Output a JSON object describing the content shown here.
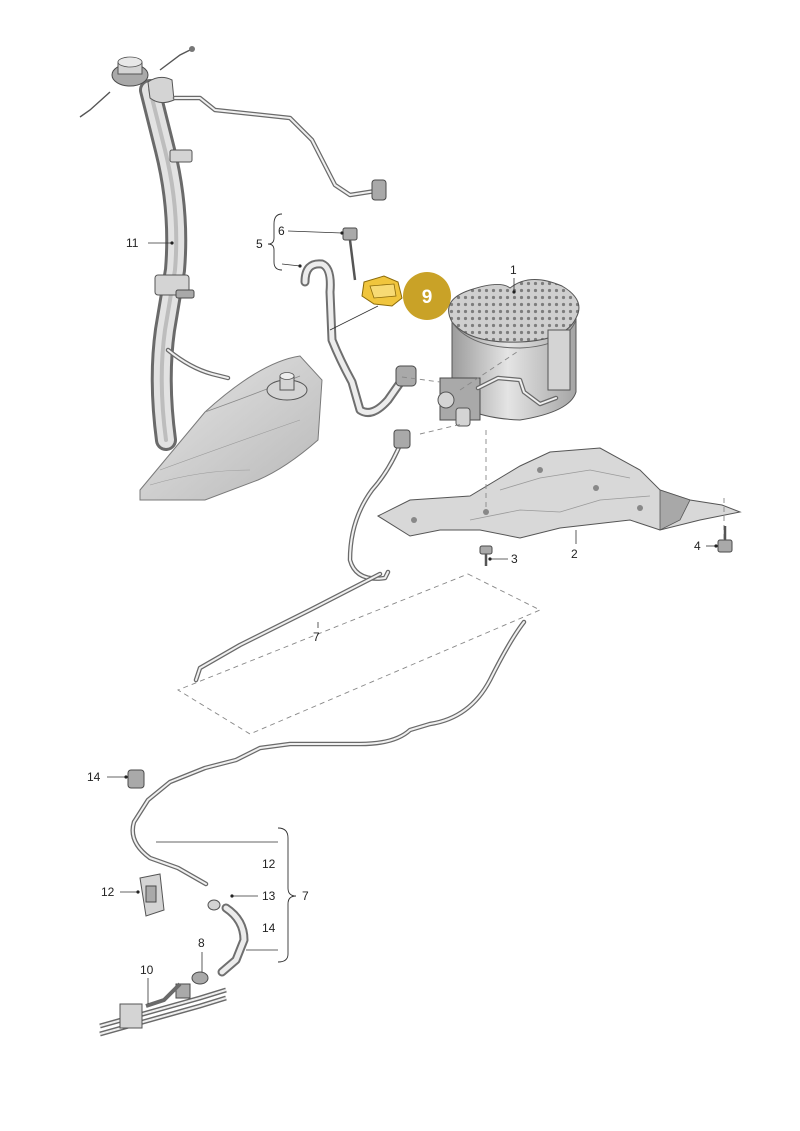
{
  "callouts": {
    "c1": "1",
    "c2": "2",
    "c3": "3",
    "c4": "4",
    "c5": "5",
    "c6": "6",
    "c7a": "7",
    "c7b": "7",
    "c8": "8",
    "c9": "9",
    "c10": "10",
    "c11": "11",
    "c12a": "12",
    "c12b": "12",
    "c13": "13",
    "c14a": "14",
    "c14b": "14"
  },
  "colors": {
    "highlight_fill": "#c9a227",
    "highlight_text": "#ffffff",
    "part_grey": "#d4d4d4",
    "line_grey": "#6a6a6a"
  }
}
